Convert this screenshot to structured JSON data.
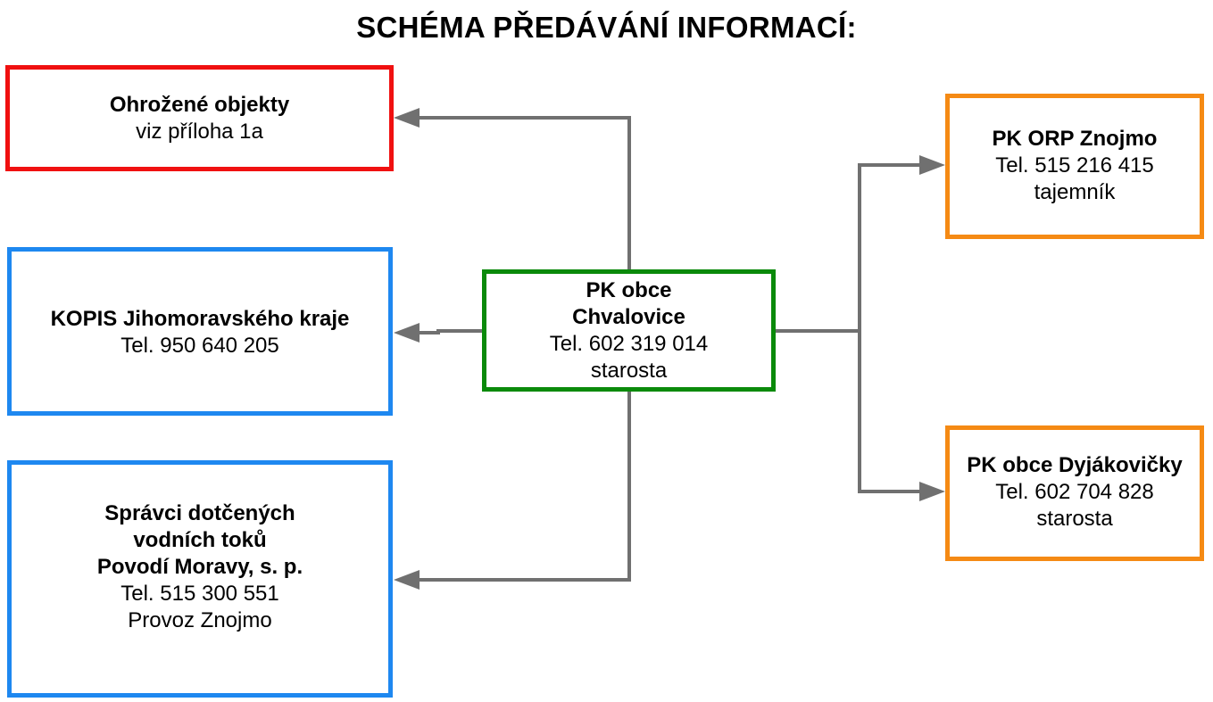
{
  "diagram": {
    "title": "SCHÉMA PŘEDÁVÁNÍ INFORMACÍ:",
    "colors": {
      "connector": "#707070",
      "threatened_border": "#f01010",
      "authority_border": "#1e88f0",
      "center_border": "#0a8a0a",
      "neighbor_border": "#f58a14"
    },
    "boxes": {
      "threatened": {
        "line1": "Ohrožené objekty",
        "line2": "viz příloha 1a"
      },
      "kopis": {
        "line1": "KOPIS Jihomoravského kraje",
        "line2": "Tel. 950 640 205"
      },
      "managers": {
        "line1": "Správci dotčených",
        "line2": "vodních toků",
        "line3": "Povodí Moravy, s. p.",
        "line4": "Tel. 515 300 551",
        "line5": "Provoz Znojmo"
      },
      "center": {
        "line1": "PK obce",
        "line2": "Chvalovice",
        "line3": "Tel. 602 319 014",
        "line4": "starosta"
      },
      "orp": {
        "line1": "PK ORP Znojmo",
        "line2": "Tel. 515 216 415",
        "line3": "tajemník"
      },
      "dyjakovicky": {
        "line1": "PK obce Dyjákovičky",
        "line2": "Tel. 602 704 828",
        "line3": "starosta"
      }
    }
  }
}
